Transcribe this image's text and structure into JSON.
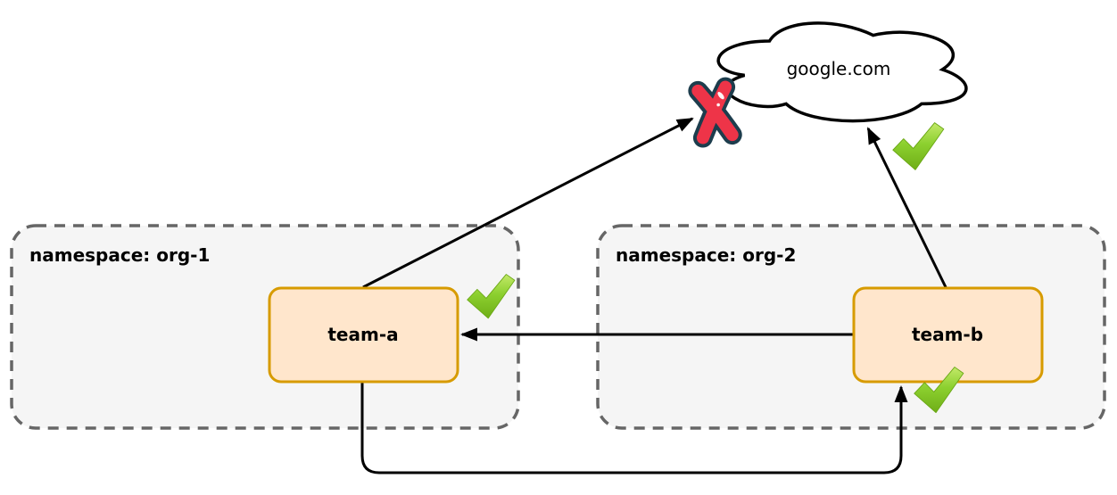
{
  "diagram": {
    "cloud": {
      "label": "google.com"
    },
    "namespaces": [
      {
        "label": "namespace: org-1"
      },
      {
        "label": "namespace: org-2"
      }
    ],
    "nodes": [
      {
        "label": "team-a",
        "namespace": "org-1"
      },
      {
        "label": "team-b",
        "namespace": "org-2"
      }
    ],
    "edges": [
      {
        "from": "team-a",
        "to": "google.com",
        "status": "blocked",
        "marker": "cross-icon"
      },
      {
        "from": "team-b",
        "to": "google.com",
        "status": "allowed",
        "marker": "check-icon"
      },
      {
        "from": "team-b",
        "to": "team-a",
        "status": "allowed",
        "marker": "check-icon"
      },
      {
        "from": "team-a",
        "to": "team-b",
        "status": "allowed",
        "marker": "check-icon"
      }
    ],
    "colors": {
      "background": "#ffffff",
      "namespace_fill": "#f5f5f5",
      "namespace_stroke": "#666666",
      "node_fill": "#ffe6cc",
      "node_stroke": "#d79b00",
      "edge_stroke": "#000000",
      "check_green_light": "#c3e969",
      "check_green": "#8cd02f",
      "check_green_dark": "#6fae17",
      "cross_red": "#ee3448",
      "cross_outline": "#1d3d4d"
    }
  }
}
